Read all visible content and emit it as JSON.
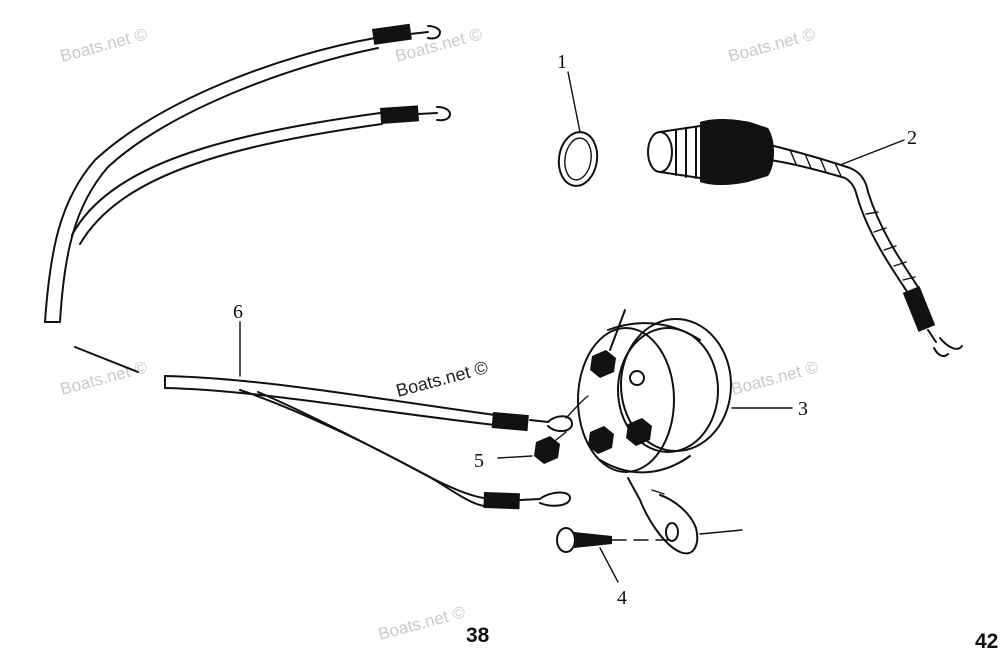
{
  "callouts": {
    "c1": "1",
    "c2": "2",
    "c3": "3",
    "c4": "4",
    "c5": "5",
    "c6": "6"
  },
  "watermarks": {
    "w1": "Boats.net ©",
    "w2": "Boats.net ©",
    "w3": "Boats.net ©",
    "w4": "Boats.net ©",
    "w5": "Boats.net ©",
    "w6": "Boats.net ©",
    "w_center": "Boats.net ©"
  },
  "page_numbers": {
    "left": "38",
    "right": "42"
  }
}
